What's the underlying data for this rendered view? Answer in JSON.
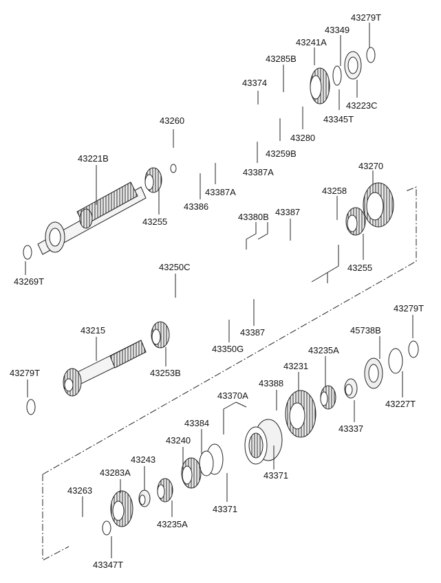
{
  "labels": {
    "l43279T_a": "43279T",
    "l43349": "43349",
    "l43241A": "43241A",
    "l43285B": "43285B",
    "l43374": "43374",
    "l43223C": "43223C",
    "l43345T": "43345T",
    "l43280": "43280",
    "l43259B": "43259B",
    "l43387A_a": "43387A",
    "l43260": "43260",
    "l43221B": "43221B",
    "l43387A_b": "43387A",
    "l43386": "43386",
    "l43255_a": "43255",
    "l43270": "43270",
    "l43258": "43258",
    "l43380B": "43380B",
    "l43387_a": "43387",
    "l43255_b": "43255",
    "l43269T": "43269T",
    "l43250C": "43250C",
    "l43215": "43215",
    "l43387_b": "43387",
    "l43350G": "43350G",
    "l43253B": "43253B",
    "l43279T_b": "43279T",
    "l43279T_c": "43279T",
    "l45738B": "45738B",
    "l43235A_a": "43235A",
    "l43231": "43231",
    "l43388": "43388",
    "l43227T": "43227T",
    "l43370A": "43370A",
    "l43337": "43337",
    "l43384": "43384",
    "l43240": "43240",
    "l43371_a": "43371",
    "l43243": "43243",
    "l43283A": "43283A",
    "l43263": "43263",
    "l43371_b": "43371",
    "l43235A_b": "43235A",
    "l43347T": "43347T"
  },
  "colors": {
    "line": "#222222",
    "part_fill": "#f2f2f2",
    "part_shade": "#9a9a9a",
    "background": "#ffffff"
  }
}
